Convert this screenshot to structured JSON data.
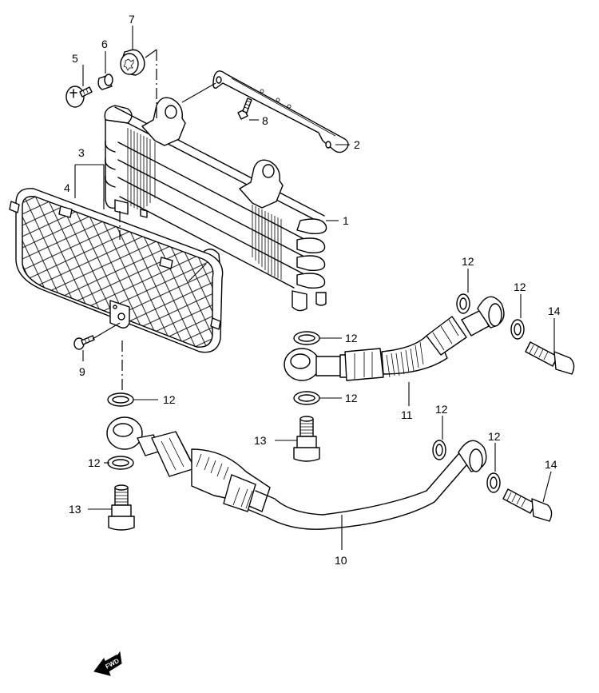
{
  "title": "Oil Cooler Parts Diagram",
  "callouts": [
    {
      "ref": "1",
      "part": "oil-cooler"
    },
    {
      "ref": "2",
      "part": "bracket"
    },
    {
      "ref": "3",
      "part": "cooler-guard"
    },
    {
      "ref": "4",
      "part": "guard-clip"
    },
    {
      "ref": "5",
      "part": "screw"
    },
    {
      "ref": "6",
      "part": "spacer"
    },
    {
      "ref": "7",
      "part": "cushion"
    },
    {
      "ref": "8",
      "part": "bolt"
    },
    {
      "ref": "9",
      "part": "guard-screw"
    },
    {
      "ref": "10",
      "part": "oil-hose-lower"
    },
    {
      "ref": "11",
      "part": "oil-hose-upper"
    },
    {
      "ref": "12",
      "part": "gasket"
    },
    {
      "ref": "13",
      "part": "union-bolt-engine"
    },
    {
      "ref": "14",
      "part": "union-bolt-cooler"
    }
  ],
  "labels": {
    "l1": "1",
    "l2": "2",
    "l3": "3",
    "l4": "4",
    "l5": "5",
    "l6": "6",
    "l7": "7",
    "l8": "8",
    "l9": "9",
    "l10": "10",
    "l11": "11",
    "l12a": "12",
    "l12b": "12",
    "l12c": "12",
    "l12d": "12",
    "l12e": "12",
    "l12f": "12",
    "l12g": "12",
    "l12h": "12",
    "l13a": "13",
    "l13b": "13",
    "l14a": "14",
    "l14b": "14"
  },
  "direction_indicator": {
    "text": "FWD",
    "icon": "arrow-left-down"
  }
}
